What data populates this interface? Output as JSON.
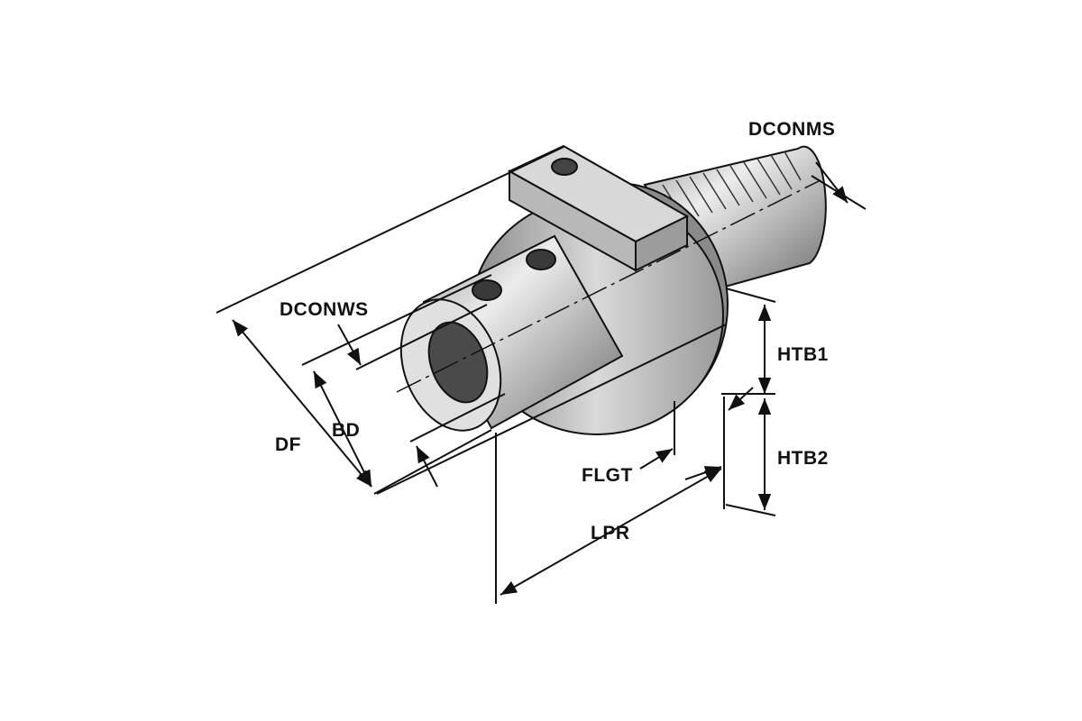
{
  "diagram": {
    "title": "Tool holder dimension diagram",
    "labels": {
      "dconms": "DCONMS",
      "dconws": "DCONWS",
      "htb1": "HTB1",
      "htb2": "HTB2",
      "df": "DF",
      "bd": "BD",
      "flgt": "FLGT",
      "lpr": "LPR"
    },
    "colors": {
      "line": "#111111",
      "body_light": "#e6e6e6",
      "body_dark": "#7a7a7a"
    }
  }
}
